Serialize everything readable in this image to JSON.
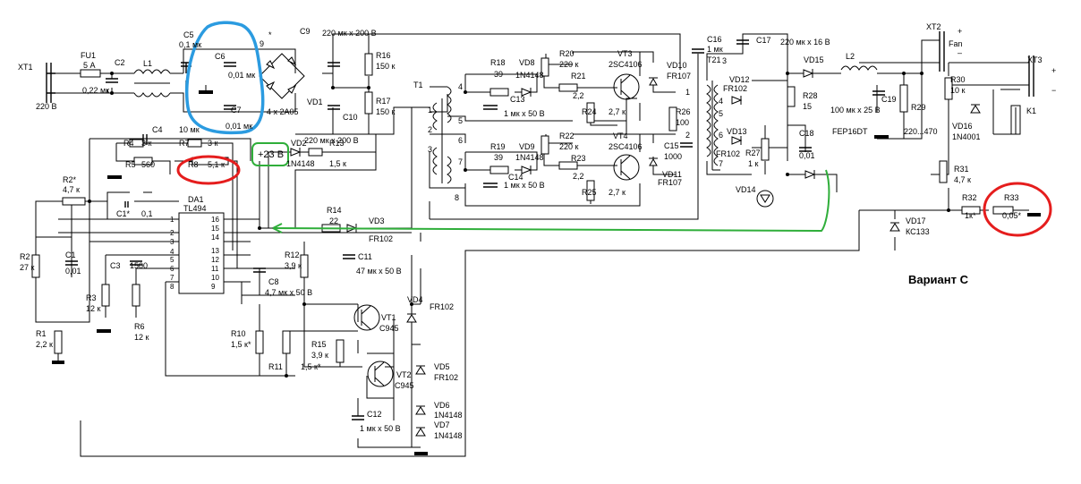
{
  "labels": {
    "xt1": "XT1",
    "xt1_v": "220 В",
    "fu1": "FU1",
    "fu1_v": "5 А",
    "c2": "C2",
    "c2_v": "0,22 мк",
    "l1": "L1",
    "c5": "C5",
    "c5_v": "0,1 мк",
    "c6": "C6",
    "c6_v": "0,01 мк",
    "c7": "C7",
    "c7_v": "0,01 мк",
    "c9": "C9",
    "c9_v": "220 мк x 200 В",
    "c10": "C10",
    "c10_v": "220 мк x 200 В",
    "r16": "R16",
    "r16_v": "150 к",
    "r17": "R17",
    "r17_v": "150 к",
    "rt9": "9",
    "vd1": "VD1",
    "vd1_v": "4 x 2A05",
    "t1": "T1",
    "r18": "R18",
    "r18_v": "39",
    "vd8": "VD8",
    "vd8_v": "1N4148",
    "r20": "R20",
    "r20_v": "220 к",
    "vt3": "VT3",
    "vt3_v": "2SC4106",
    "r21": "R21",
    "r21_v": "2,2",
    "r24": "R24",
    "r24_v": "2,7 к",
    "c13": "C13",
    "c13_v": "1 мк x 50 В",
    "r19": "R19",
    "r19_v": "39",
    "vd9": "VD9",
    "vd9_v": "1N4148",
    "r22": "R22",
    "r22_v": "220 к",
    "vt4": "VT4",
    "vt4_v": "2SC4106",
    "r23": "R23",
    "r23_v": "2,2",
    "r25": "R25",
    "r25_v": "2,7 к",
    "c14": "C14",
    "c14_v": "1 мк x 50 В",
    "vd10": "VD10",
    "vd10_v": "FR107",
    "vd11": "VD11",
    "vd11_v": "FR107",
    "c16": "C16",
    "c16_v": "1 мк",
    "t21": "T21",
    "r26": "R26",
    "r26_v": "100",
    "c15": "C15",
    "c15_v": "1000",
    "c17": "C17",
    "c17_v": "220 мк x 16 В",
    "vd15": "VD15",
    "l2": "L2",
    "vd12": "VD12",
    "vd12_v": "FR102",
    "vd13": "VD13",
    "vd13_v": "FR102",
    "r28": "R28",
    "r28_v": "15",
    "c19": "C19",
    "c19_v": "100 мк x 25 В",
    "r29": "R29",
    "r29_v": "220...470",
    "fep": "FEP16DT",
    "r27": "R27",
    "r27_v": "1 к",
    "c18": "C18",
    "c18_v": "0,01",
    "vd14": "VD14",
    "xt2": "XT2",
    "fan": "Fan",
    "xt3": "XT3",
    "r30": "R30",
    "r30_v": "10 к",
    "vd16": "VD16",
    "vd16_v": "1N4001",
    "k1": "K1",
    "r31": "R31",
    "r31_v": "4,7 к",
    "r32": "R32",
    "r32_v": "1к*",
    "r33": "R33",
    "r33_v": "0,05*",
    "vd17": "VD17",
    "vd17_v": "КС133",
    "c4": "C4",
    "c4_v": "10 мк",
    "r4": "R4",
    "r4_v": "3 к",
    "r7": "R7",
    "r7_v": "3 к",
    "r5": "R5",
    "r5_v": "560",
    "r8": "R8",
    "r8_v": "5,1 к",
    "r2s": "R2*",
    "r2s_v": "4,7 к",
    "c1s": "C1*",
    "c1s_v": "0,1",
    "da1": "DA1",
    "da1_v": "TL494",
    "r2": "R2",
    "r2_v": "27 к",
    "c1": "C1",
    "c1_v": "0,01",
    "r3": "R3",
    "r3_v": "12 к",
    "c3": "C3",
    "c3_v": "1500",
    "r6": "R6",
    "r6_v": "12 к",
    "r1": "R1",
    "r1_v": "2,2 к",
    "v23": "+23 В",
    "vd2": "VD2",
    "vd2_v": "1N4148",
    "r13": "R13",
    "r13_v": "1,5 к",
    "r14": "R14",
    "r14_v": "22",
    "vd3": "VD3",
    "vd3_v": "FR102",
    "r12": "R12",
    "r12_v": "3,9 к",
    "c11": "C11",
    "c11_v": "47 мк x 50 В",
    "c8": "C8",
    "c8_v": "4,7 мк x 50 В",
    "vd4": "VD4",
    "vd4_v": "FR102",
    "vt1": "VT1",
    "vt1_v": "C945",
    "r10": "R10",
    "r10_v": "1,5 к*",
    "r11": "R11",
    "r11_v": "1,5 к*",
    "r15": "R15",
    "r15_v": "3,9 к",
    "vt2": "VT2",
    "vt2_v": "C945",
    "vd5": "VD5",
    "vd5_v": "FR102",
    "vd6": "VD6",
    "vd6_v": "1N4148",
    "vd7": "VD7",
    "vd7_v": "1N4148",
    "c12": "C12",
    "c12_v": "1 мк x 50 В",
    "variant": "Вариант С"
  },
  "pins": {
    "t1_4": "4",
    "t1_1": "1",
    "t1_5": "5",
    "t1_2": "2",
    "t1_6": "6",
    "t1_3": "3",
    "t1_7": "7",
    "t1_8": "8",
    "t21_3": "3",
    "t21_1": "1",
    "t21_4": "4",
    "t21_5": "5",
    "t21_2": "2",
    "t21_6": "6",
    "t21_7": "7",
    "da_1": "1",
    "da_2": "2",
    "da_3": "3",
    "da_4": "4",
    "da_5": "5",
    "da_6": "6",
    "da_7": "7",
    "da_8": "8",
    "da_16": "16",
    "da_15": "15",
    "da_14": "14",
    "da_13": "13",
    "da_12": "12",
    "da_11": "11",
    "da_10": "10",
    "da_9": "9"
  },
  "signs": {
    "plus": "+",
    "minus": "–",
    "minus2": "−",
    "star": "*"
  },
  "colors": {
    "highlight_blue": "#2b9be0",
    "highlight_red": "#e51d1d",
    "highlight_green": "#2fae3a"
  }
}
